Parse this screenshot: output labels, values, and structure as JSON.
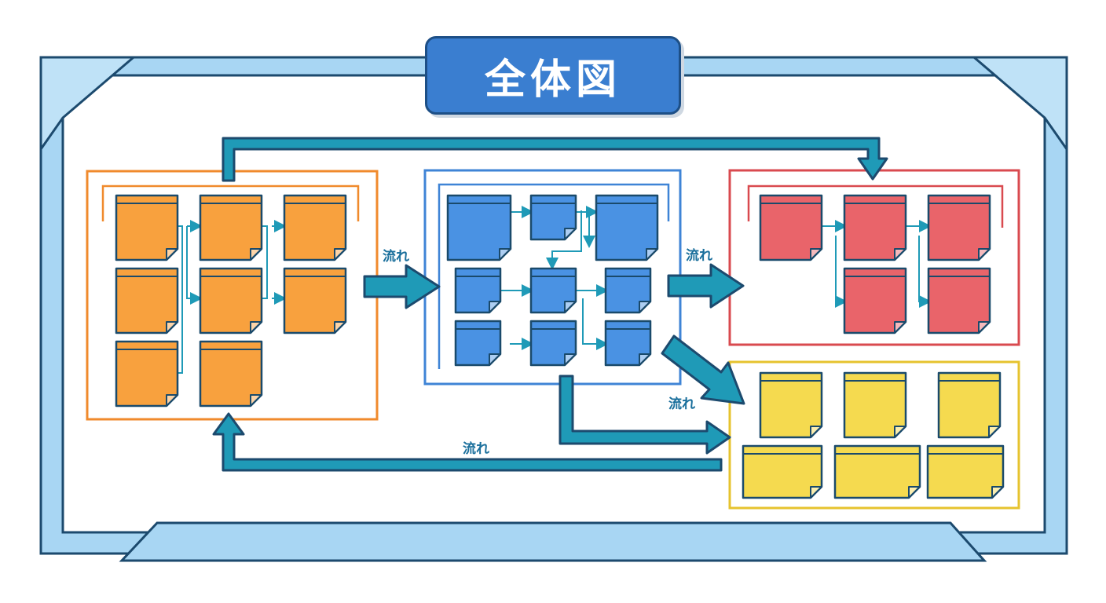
{
  "title": "全体図",
  "flow_labels": {
    "orange_to_blue": "流れ",
    "blue_to_red": "流れ",
    "blue_to_yellow": "流れ",
    "yellow_to_orange": "流れ"
  },
  "colors": {
    "frame_fill": "#a8d6f3",
    "frame_stroke": "#1c4a6e",
    "title_fill": "#3a7ed0",
    "arrow_teal": "#1f9ab7",
    "orange_note": "#f8a13e",
    "orange_box": "#f08a2c",
    "blue_note": "#4a92e3",
    "blue_box": "#3f84d6",
    "red_note": "#e9646a",
    "red_box": "#d94a4f",
    "yellow_note": "#f5da4f",
    "yellow_box": "#e6c32e",
    "note_stroke": "#1a4a6b"
  },
  "groups": [
    {
      "id": "orange",
      "note_count": 8
    },
    {
      "id": "blue",
      "note_count": 9
    },
    {
      "id": "red",
      "note_count": 5
    },
    {
      "id": "yellow",
      "note_count": 6
    }
  ]
}
